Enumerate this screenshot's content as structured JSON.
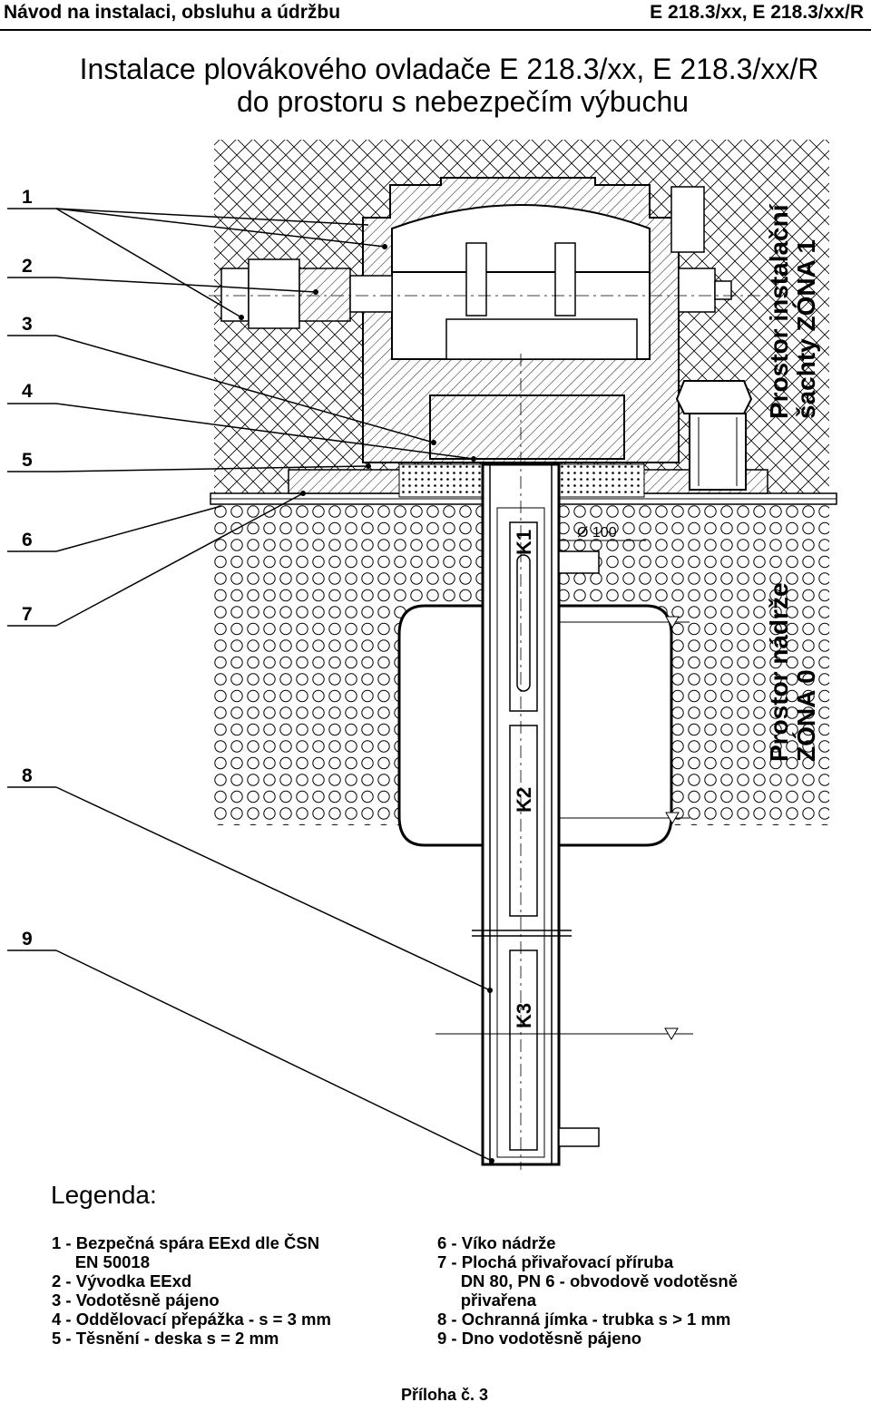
{
  "header": {
    "left": "Návod na instalaci, obsluhu a údržbu",
    "right": "E 218.3/xx, E 218.3/xx/R"
  },
  "title": {
    "line1": "Instalace plovákového ovladače E 218.3/xx, E 218.3/xx/R",
    "line2": "do prostoru s nebezpečím výbuchu"
  },
  "drawing": {
    "callouts": [
      "1",
      "2",
      "3",
      "4",
      "5",
      "6",
      "7",
      "8",
      "9"
    ],
    "zone1_line1": "Prostor instalační",
    "zone1_line2": "šachty ZÓNA 1",
    "zone0_line1": "Prostor nádrže",
    "zone0_line2": "ZÓNA 0",
    "diameter_label": "Ø 100",
    "contacts": [
      "K1",
      "K2",
      "K3"
    ]
  },
  "legend": {
    "title": "Legenda:",
    "left": [
      "1 - Bezpečná spára EExd dle ČSN",
      "     EN 50018",
      "2 - Vývodka EExd",
      "3 - Vodotěsně pájeno",
      "4 - Oddělovací přepážka - s = 3 mm",
      "5 - Těsnění - deska s = 2 mm"
    ],
    "right": [
      "6 - Víko nádrže",
      "7 - Plochá přivařovací příruba",
      "     DN 80, PN 6 - obvodově vodotěsně",
      "     přivařena",
      "8 - Ochranná jímka - trubka s > 1 mm",
      "9 - Dno vodotěsně pájeno"
    ]
  },
  "footer": "Příloha č. 3"
}
